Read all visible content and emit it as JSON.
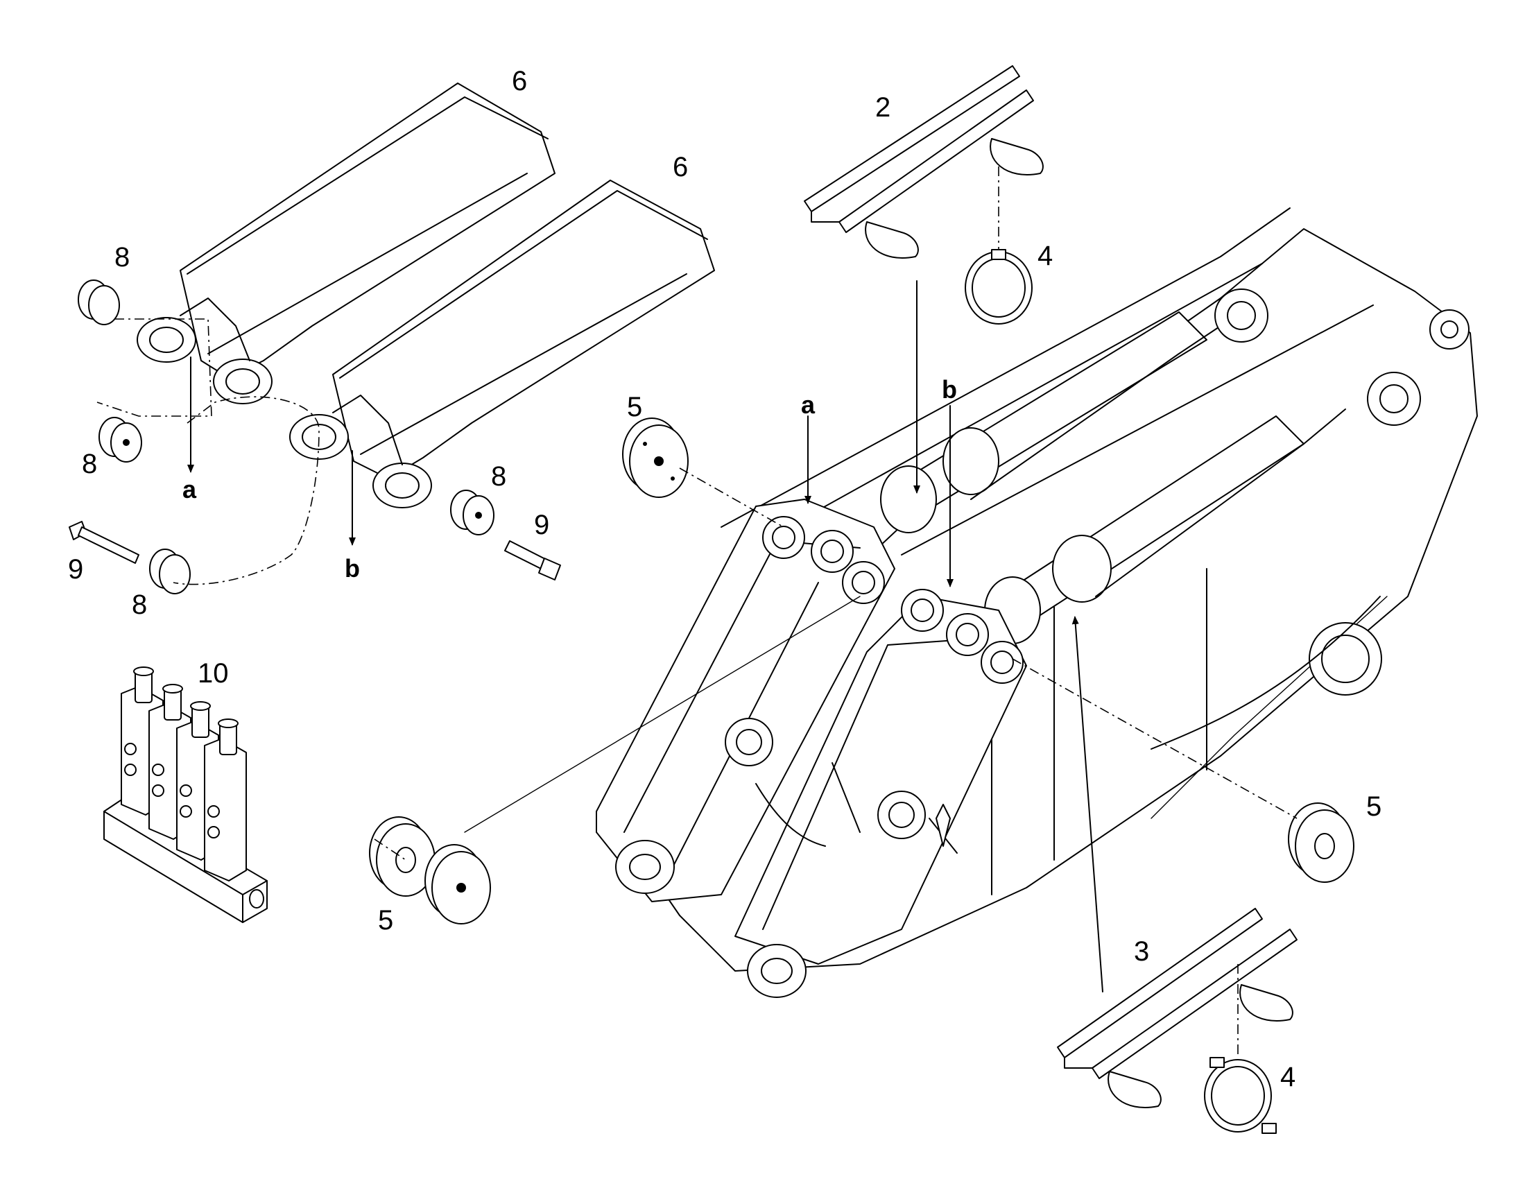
{
  "callouts": {
    "c6a": "6",
    "c6b": "6",
    "c2": "2",
    "c4a": "4",
    "c8a": "8",
    "c8b": "8",
    "c8c": "8",
    "c8d": "8",
    "c9a": "9",
    "c9b": "9",
    "c5a": "5",
    "c5b": "5",
    "c5c": "5",
    "c10": "10",
    "c3": "3",
    "c4b": "4"
  },
  "refs": {
    "ra_left": "a",
    "rb_left": "b",
    "ra_main": "a",
    "rb_main": "b"
  }
}
